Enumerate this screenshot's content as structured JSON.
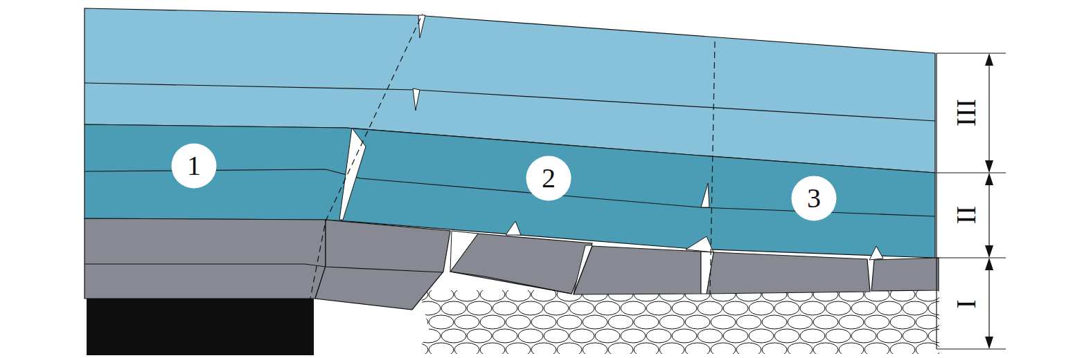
{
  "diagram": {
    "nodes": [
      {
        "text": [
          "1"
        ]
      },
      {
        "text": [
          "2"
        ]
      },
      {
        "text": [
          "3"
        ]
      }
    ],
    "labels": [
      "III",
      "II",
      "I"
    ]
  }
}
